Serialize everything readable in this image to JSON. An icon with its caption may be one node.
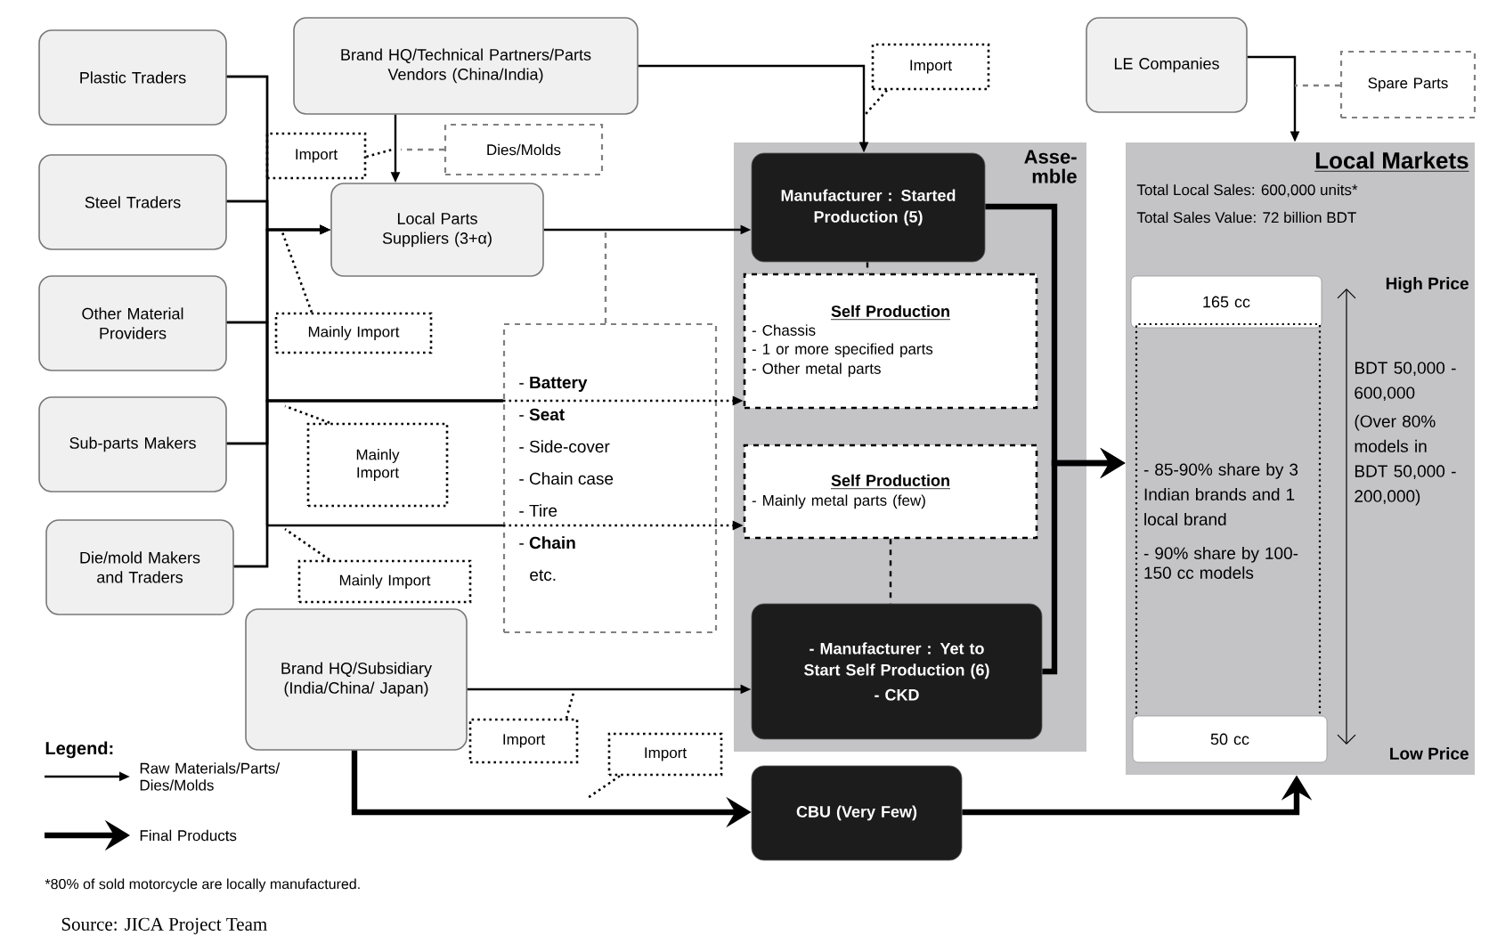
{
  "diagram": {
    "nodes": [
      {
        "text": [
          "Plastic Traders"
        ]
      },
      {
        "text": [
          "Steel Traders"
        ]
      },
      {
        "text": [
          "Other Material Providers"
        ]
      },
      {
        "text": [
          "Sub-parts Makers"
        ]
      },
      {
        "text": [
          "Die/mold Makers and Traders"
        ]
      },
      {
        "text": [
          "Brand HQ/Technical Partners/Parts Vendors (China/India)"
        ]
      },
      {
        "text": [
          "Local Parts Suppliers (3+α)"
        ]
      },
      {
        "text": [
          "Asse- mble"
        ]
      },
      {
        "text": [
          "Manufacturer : Started Production (5)"
        ],
        "in": 7
      },
      {
        "text": [
          "Self Production",
          "- Chassis",
          "- 1 or more specified parts",
          "- Other metal parts"
        ],
        "in": 7
      },
      {
        "text": [
          "Self Production",
          "- Mainly metal parts (few)"
        ],
        "in": 7
      },
      {
        "text": [
          "- Manufacturer : Yet to Start Self Production (6)",
          "- CKD"
        ],
        "in": 7
      },
      {
        "text": [
          "- **Battery**",
          "- **Seat**",
          "- Side-cover",
          "- Chain case",
          "- Tire",
          "- **Chain**",
          "etc."
        ]
      },
      {
        "text": [
          "CBU (Very Few)"
        ]
      },
      {
        "text": [
          "Brand HQ/Subsidiary (India/China/ Japan)"
        ]
      },
      {
        "text": [
          "LE Companies"
        ]
      },
      {
        "text": [
          "Spare Parts"
        ]
      },
      {
        "text": [
          "Local Markets",
          "Total Local Sales: 600,000 units*",
          "Total Sales Value: 72 billion BDT",
          "High Price",
          "BDT 50,000 - 600,000",
          "(Over 80% models in BDT 50,000 - 200,000)",
          "Low Price"
        ]
      },
      {
        "text": [
          "165 cc"
        ],
        "in": 17
      },
      {
        "text": [
          "- 85-90% share by 3 Indian brands and 1 local brand",
          "- 90% share by 100-150 cc models"
        ],
        "in": 17
      },
      {
        "text": [
          "50 cc"
        ],
        "in": 17
      },
      {
        "text": [
          "Import"
        ]
      },
      {
        "text": [
          "Dies/Molds"
        ]
      },
      {
        "text": [
          "Mainly Import"
        ]
      },
      {
        "text": [
          "Mainly Import"
        ]
      },
      {
        "text": [
          "Mainly Import"
        ]
      },
      {
        "text": [
          "Import"
        ]
      },
      {
        "text": [
          "Import"
        ]
      },
      {
        "text": [
          "Import"
        ]
      }
    ],
    "edges": [
      {
        "from": 0,
        "to": 6,
        "arrow": "to"
      },
      {
        "from": 1,
        "to": 6,
        "arrow": "to"
      },
      {
        "from": 2,
        "to": 6,
        "arrow": "to"
      },
      {
        "from": 3,
        "to": 6,
        "arrow": "to"
      },
      {
        "from": 4,
        "to": 6,
        "arrow": "to"
      },
      {
        "from": 0,
        "to": 12,
        "arrow": "none"
      },
      {
        "from": 1,
        "to": 12,
        "arrow": "none"
      },
      {
        "from": 2,
        "to": 12,
        "arrow": "none"
      },
      {
        "from": 3,
        "to": 12,
        "arrow": "none"
      },
      {
        "from": 4,
        "to": 12,
        "arrow": "none"
      },
      {
        "from": 12,
        "to": 9,
        "arrow": "to",
        "style": "dashed"
      },
      {
        "from": 12,
        "to": 10,
        "arrow": "to",
        "style": "dashed"
      },
      {
        "from": 5,
        "to": 6,
        "arrow": "to"
      },
      {
        "from": 5,
        "to": 8,
        "arrow": "to"
      },
      {
        "from": 6,
        "to": 8,
        "arrow": "to"
      },
      {
        "from": 12,
        "to": null,
        "arrow": "none",
        "style": "dashed",
        "color": "#808080"
      },
      {
        "from": 8,
        "to": 9,
        "arrow": "none",
        "style": "dashed"
      },
      {
        "from": 10,
        "to": 11,
        "arrow": "none",
        "style": "dashed"
      },
      {
        "from": 14,
        "to": 11,
        "arrow": "to"
      },
      {
        "from": 14,
        "to": 13,
        "arrow": "to",
        "style": "thick"
      },
      {
        "from": 8,
        "to": 17,
        "arrow": "to",
        "style": "thick"
      },
      {
        "from": 11,
        "to": 17,
        "arrow": "to",
        "style": "thick"
      },
      {
        "from": 13,
        "to": 17,
        "arrow": "to",
        "style": "thick"
      },
      {
        "from": 15,
        "to": 17,
        "arrow": "to"
      },
      {
        "from": 16,
        "to": null,
        "arrow": "none",
        "style": "dashed",
        "color": "#808080"
      },
      {
        "from": 21,
        "to": null,
        "arrow": "none",
        "style": "dashed"
      },
      {
        "from": 22,
        "to": null,
        "arrow": "none",
        "style": "dashed",
        "color": "#808080"
      },
      {
        "from": 23,
        "to": null,
        "arrow": "none",
        "style": "dashed"
      },
      {
        "from": 24,
        "to": null,
        "arrow": "none",
        "style": "dashed"
      },
      {
        "from": 25,
        "to": null,
        "arrow": "none",
        "style": "dashed"
      },
      {
        "from": 26,
        "to": null,
        "arrow": "none",
        "style": "dashed"
      },
      {
        "from": 27,
        "to": null,
        "arrow": "none",
        "style": "dashed"
      },
      {
        "from": 28,
        "to": null,
        "arrow": "none",
        "style": "dashed"
      }
    ],
    "labels": [
      "Legend:",
      "*80% of sold motorcycle are locally manufactured.",
      "Source: JICA Project Team"
    ],
    "legend": [
      {
        "text": "Raw Materials/Parts/ Dies/Molds"
      },
      {
        "text": "Final Products"
      }
    ]
  }
}
